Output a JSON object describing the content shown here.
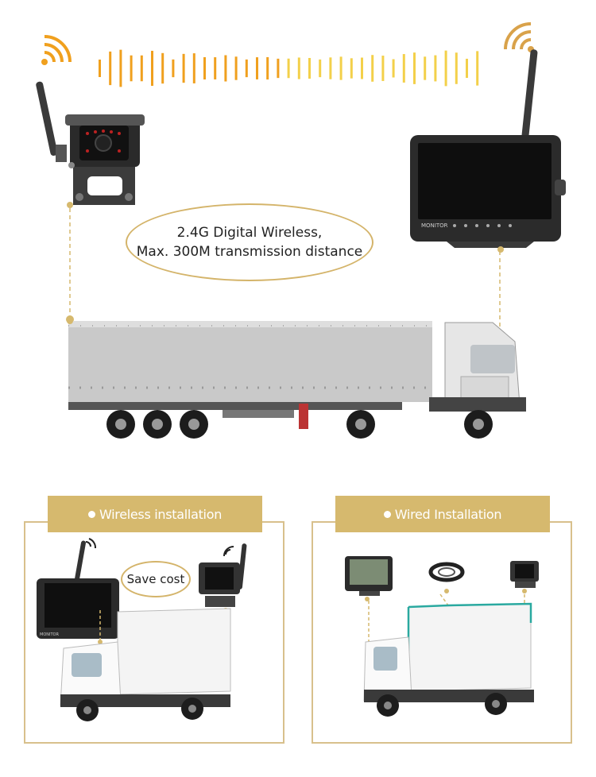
{
  "top": {
    "spec_line1": "2.4G Digital Wireless,",
    "spec_line2": "Max. 300M transmission distance",
    "monitor_brand": "MONITOR"
  },
  "panels": {
    "wireless": {
      "label": "Wireless installation",
      "badge": "Save cost",
      "monitor_brand": "MONITOR"
    },
    "wired": {
      "label": "Wired Installation"
    }
  },
  "colors": {
    "gold": "#d6b96e",
    "signal_orange": "#f0a01e",
    "signal_yellow": "#f3d04a",
    "border_gold": "#d8c08c"
  }
}
